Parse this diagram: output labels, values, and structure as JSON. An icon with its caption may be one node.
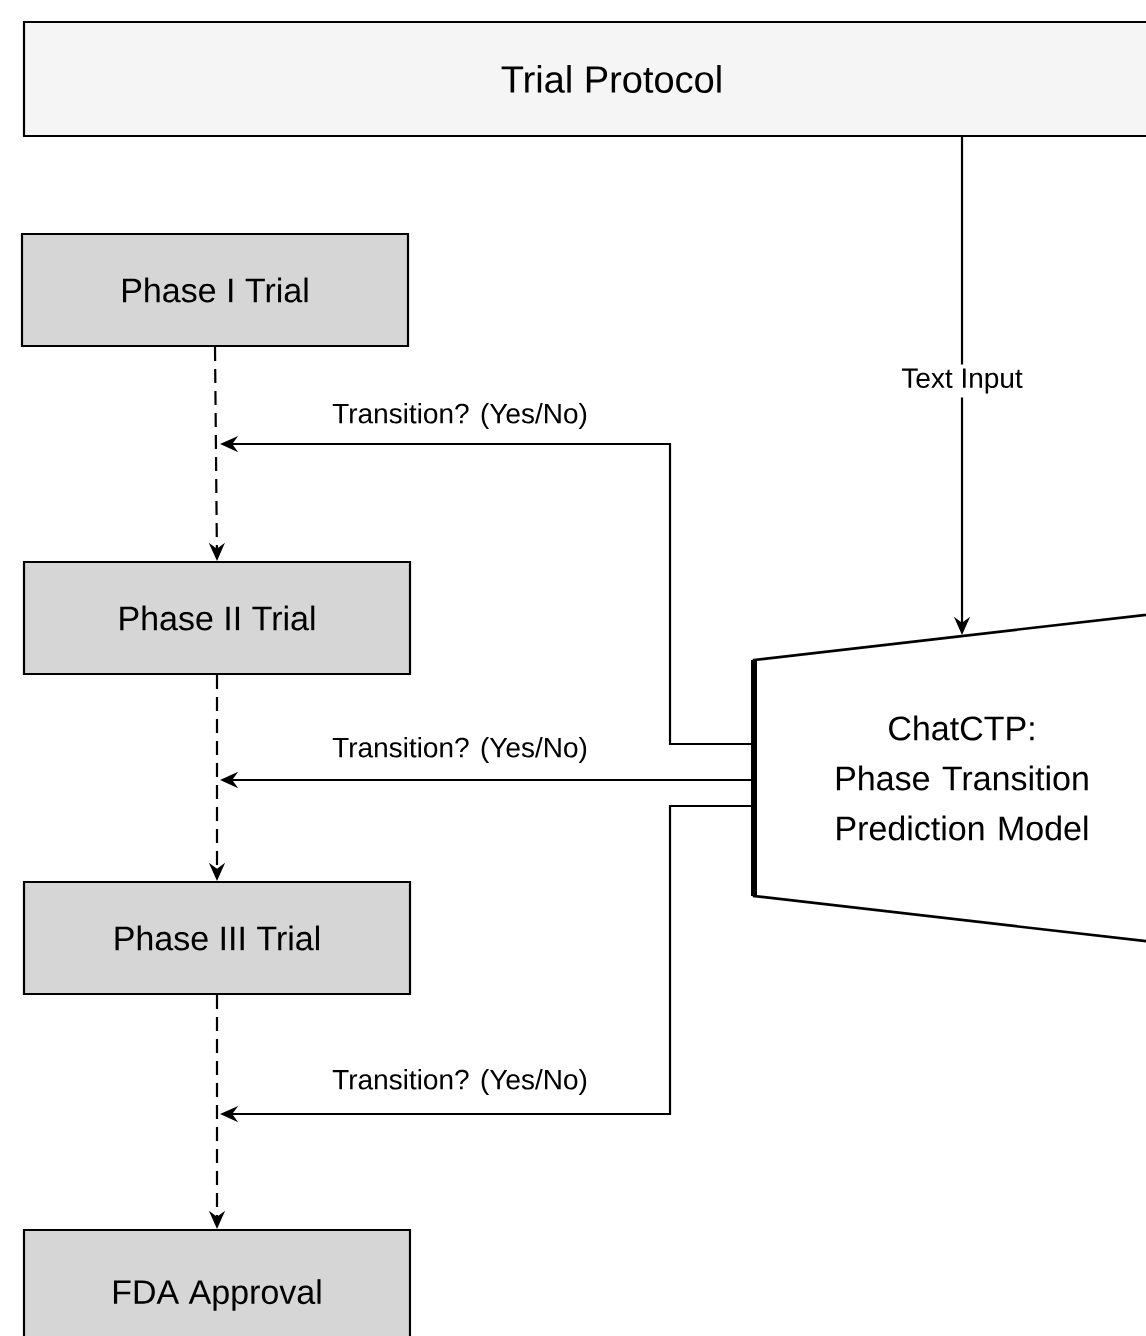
{
  "diagram": {
    "nodes": [
      {
        "text": [
          "Trial Protocol"
        ]
      },
      {
        "text": [
          "Phase I Trial"
        ]
      },
      {
        "text": [
          "Phase II Trial"
        ]
      },
      {
        "text": [
          "Phase III Trial"
        ]
      },
      {
        "text": [
          "FDA Approval"
        ]
      },
      {
        "text": [
          "ChatCTP: Phase Transition Prediction Model"
        ]
      }
    ],
    "edges": [
      {
        "from": 1,
        "to": 2,
        "arrow": "to",
        "style": "dashed"
      },
      {
        "from": 2,
        "to": 3,
        "arrow": "to",
        "style": "dashed"
      },
      {
        "from": 3,
        "to": 4,
        "arrow": "to",
        "style": "dashed"
      },
      {
        "from": 0,
        "to": 5,
        "arrow": "to",
        "label": "Text Input"
      },
      {
        "from": 5,
        "to": null,
        "arrow": "to",
        "label": "Transition? (Yes/No)"
      },
      {
        "from": 5,
        "to": null,
        "arrow": "to",
        "label": "Transition? (Yes/No)"
      },
      {
        "from": 5,
        "to": null,
        "arrow": "to",
        "label": "Transition? (Yes/No)"
      }
    ]
  }
}
